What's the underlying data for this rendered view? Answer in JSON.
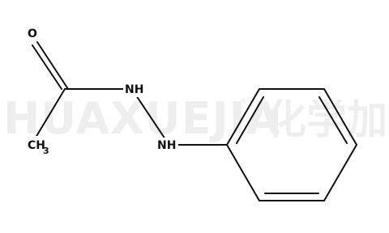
{
  "watermark": {
    "latin": "HUAXUEJIA",
    "registered_mark": "®",
    "cjk": "化学加"
  },
  "molecule": {
    "atoms": {
      "oxygen": "O",
      "nh_upper": "NH",
      "nh_lower": "NH",
      "methyl_c": "CH",
      "methyl_subscript": "3"
    }
  }
}
